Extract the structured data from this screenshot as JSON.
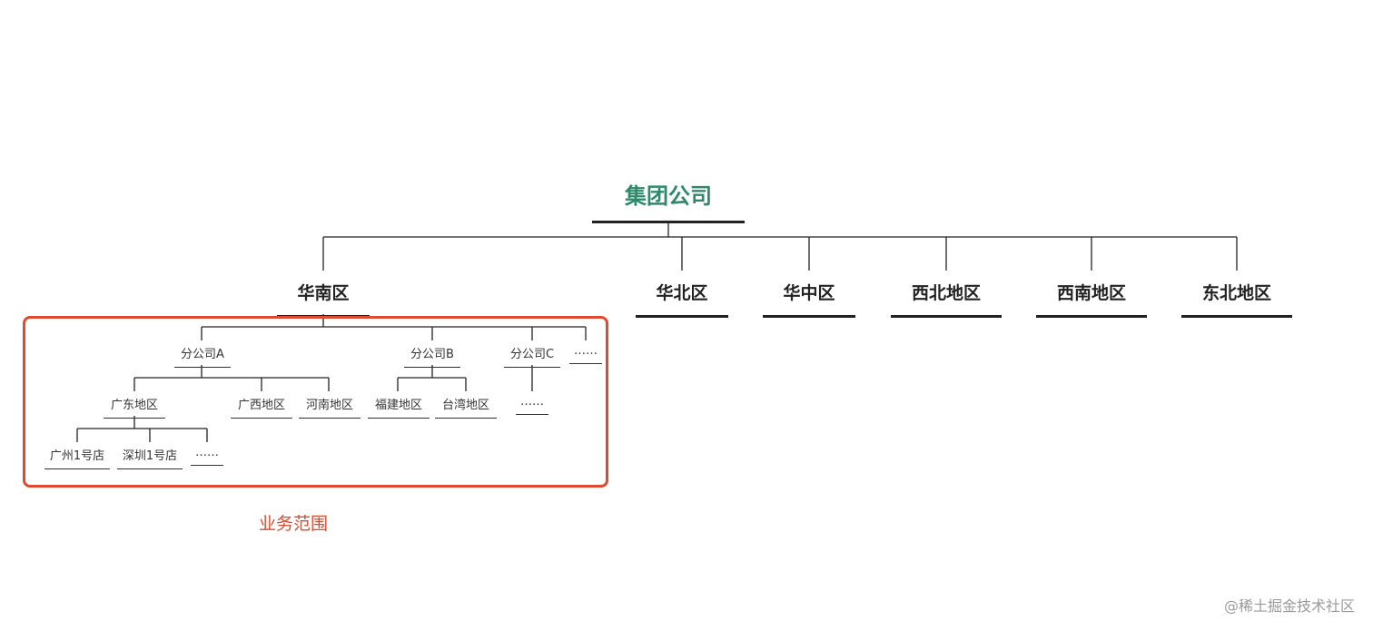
{
  "root": {
    "label": "集团公司"
  },
  "regions": [
    {
      "id": "south",
      "label": "华南区"
    },
    {
      "id": "north",
      "label": "华北区"
    },
    {
      "id": "central",
      "label": "华中区"
    },
    {
      "id": "northwest",
      "label": "西北地区"
    },
    {
      "id": "southwest",
      "label": "西南地区"
    },
    {
      "id": "northeast",
      "label": "东北地区"
    }
  ],
  "south_tree": {
    "branches": [
      {
        "label": "分公司A"
      },
      {
        "label": "分公司B"
      },
      {
        "label": "分公司C"
      },
      {
        "label": "……"
      }
    ],
    "branch_a_areas": [
      {
        "label": "广东地区"
      },
      {
        "label": "广西地区"
      },
      {
        "label": "河南地区"
      }
    ],
    "branch_b_areas": [
      {
        "label": "福建地区"
      },
      {
        "label": "台湾地区"
      }
    ],
    "branch_c_children": [
      {
        "label": "……"
      }
    ],
    "guangdong_stores": [
      {
        "label": "广州1号店"
      },
      {
        "label": "深圳1号店"
      },
      {
        "label": "……"
      }
    ]
  },
  "scope": {
    "label": "业务范围"
  },
  "watermark": "@稀土掘金技术社区",
  "colors": {
    "root_text": "#2c8a6a",
    "scope": "#e04a30",
    "line": "#222222",
    "watermark": "#9a9a9a"
  }
}
